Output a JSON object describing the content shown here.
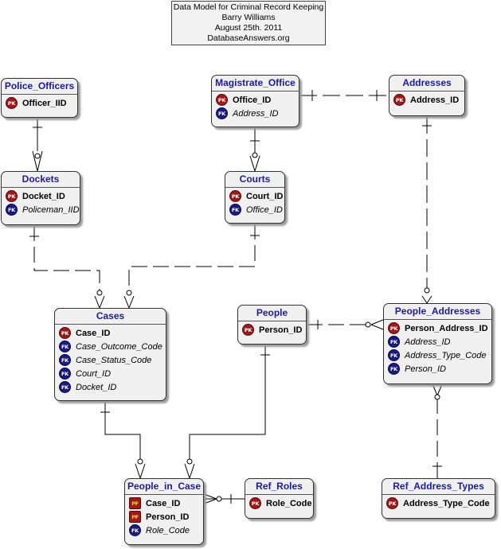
{
  "title": {
    "line1": "Data Model for Criminal Record Keeping",
    "line2": "Barry Williams",
    "line3": "August 25th.  2011",
    "line4": "DatabaseAnswers.org"
  },
  "entities": {
    "police_officers": {
      "name": "Police_Officers",
      "attrs": [
        {
          "key": "PK",
          "name": "Officer_IID"
        }
      ]
    },
    "magistrate_office": {
      "name": "Magistrate_Office",
      "attrs": [
        {
          "key": "PK",
          "name": "Office_ID"
        },
        {
          "key": "FK",
          "name": "Address_ID"
        }
      ]
    },
    "addresses": {
      "name": "Addresses",
      "attrs": [
        {
          "key": "PK",
          "name": "Address_ID"
        }
      ]
    },
    "dockets": {
      "name": "Dockets",
      "attrs": [
        {
          "key": "PK",
          "name": "Docket_ID"
        },
        {
          "key": "FK",
          "name": "Policeman_IID"
        }
      ]
    },
    "courts": {
      "name": "Courts",
      "attrs": [
        {
          "key": "PK",
          "name": "Court_ID"
        },
        {
          "key": "FK",
          "name": "Office_ID"
        }
      ]
    },
    "cases": {
      "name": "Cases",
      "attrs": [
        {
          "key": "PK",
          "name": "Case_ID"
        },
        {
          "key": "FK",
          "name": "Case_Outcome_Code"
        },
        {
          "key": "FK",
          "name": "Case_Status_Code"
        },
        {
          "key": "FK",
          "name": "Court_ID"
        },
        {
          "key": "FK",
          "name": "Docket_ID"
        }
      ]
    },
    "people": {
      "name": "People",
      "attrs": [
        {
          "key": "PK",
          "name": "Person_ID"
        }
      ]
    },
    "people_addresses": {
      "name": "People_Addresses",
      "attrs": [
        {
          "key": "PK",
          "name": "Person_Address_ID"
        },
        {
          "key": "FK",
          "name": "Address_ID"
        },
        {
          "key": "FK",
          "name": "Address_Type_Code"
        },
        {
          "key": "FK",
          "name": "Person_ID"
        }
      ]
    },
    "people_in_case": {
      "name": "People_in_Case",
      "attrs": [
        {
          "key": "PF",
          "name": "Case_ID"
        },
        {
          "key": "PF",
          "name": "Person_ID"
        },
        {
          "key": "FK",
          "name": "Role_Code"
        }
      ]
    },
    "ref_roles": {
      "name": "Ref_Roles",
      "attrs": [
        {
          "key": "PK",
          "name": "Role_Code"
        }
      ]
    },
    "ref_address_types": {
      "name": "Ref_Address_Types",
      "attrs": [
        {
          "key": "PK",
          "name": "Address_Type_Code"
        }
      ]
    }
  },
  "relationships": [
    {
      "parent": "Police_Officers",
      "child": "Dockets",
      "identifying": true
    },
    {
      "parent": "Magistrate_Office",
      "child": "Courts",
      "identifying": true
    },
    {
      "parent": "Addresses",
      "child": "Magistrate_Office",
      "identifying": false
    },
    {
      "parent": "Addresses",
      "child": "People_Addresses",
      "identifying": false
    },
    {
      "parent": "Dockets",
      "child": "Cases",
      "identifying": false
    },
    {
      "parent": "Courts",
      "child": "Cases",
      "identifying": false
    },
    {
      "parent": "People",
      "child": "People_Addresses",
      "identifying": false
    },
    {
      "parent": "Cases",
      "child": "People_in_Case",
      "identifying": true
    },
    {
      "parent": "People",
      "child": "People_in_Case",
      "identifying": true
    },
    {
      "parent": "Ref_Roles",
      "child": "People_in_Case",
      "identifying": false
    },
    {
      "parent": "Ref_Address_Types",
      "child": "People_Addresses",
      "identifying": false
    }
  ]
}
